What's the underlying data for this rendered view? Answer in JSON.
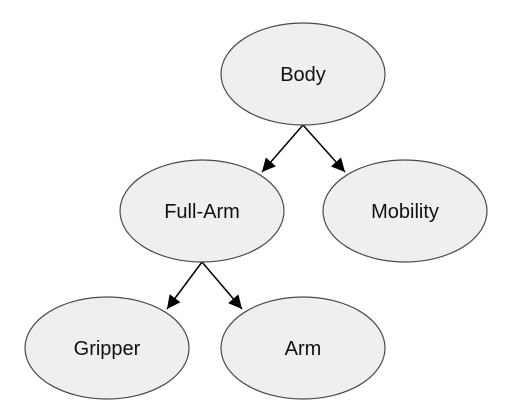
{
  "diagram": {
    "type": "tree",
    "nodes": [
      {
        "id": "body",
        "label": "Body"
      },
      {
        "id": "full-arm",
        "label": "Full-Arm"
      },
      {
        "id": "mobility",
        "label": "Mobility"
      },
      {
        "id": "gripper",
        "label": "Gripper"
      },
      {
        "id": "arm",
        "label": "Arm"
      }
    ],
    "edges": [
      {
        "from": "body",
        "to": "full-arm"
      },
      {
        "from": "body",
        "to": "mobility"
      },
      {
        "from": "full-arm",
        "to": "gripper"
      },
      {
        "from": "full-arm",
        "to": "arm"
      }
    ],
    "colors": {
      "node_fill": "#efefef",
      "node_stroke": "#4a4a4a",
      "edge": "#000000",
      "text": "#111111"
    }
  }
}
